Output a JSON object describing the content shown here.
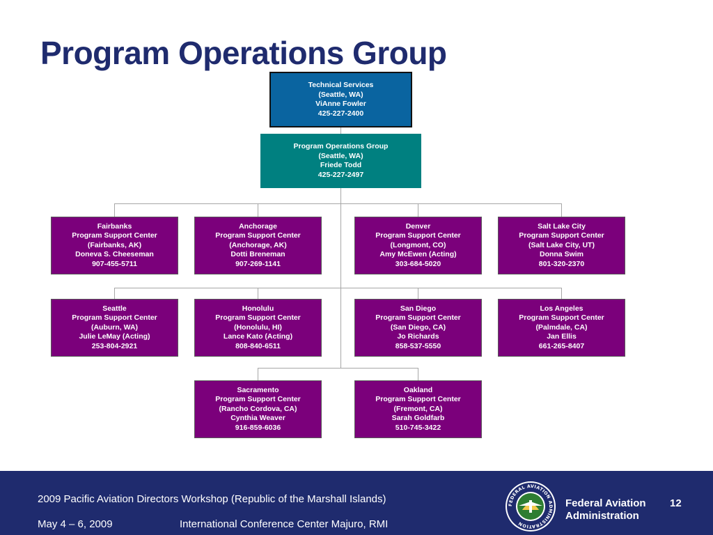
{
  "slide": {
    "title": "Program Operations Group"
  },
  "colors": {
    "title": "#1f2b6e",
    "technical_services_box": "#0a64a0",
    "program_operations_box": "#008080",
    "support_center_box": "#7b007b",
    "footer": "#1f2b6e",
    "connector": "#a6a6a6"
  },
  "org_chart": {
    "technical_services": {
      "lines": [
        "Technical Services",
        "(Seattle, WA)",
        "ViAnne Fowler",
        "425-227-2400"
      ]
    },
    "program_operations_group": {
      "lines": [
        "Program Operations Group",
        "(Seattle, WA)",
        "Friede Todd",
        "425-227-2497"
      ]
    },
    "support_centers": [
      {
        "lines": [
          "Fairbanks",
          "Program Support Center",
          "(Fairbanks, AK)",
          "Doneva S. Cheeseman",
          "907-455-5711"
        ]
      },
      {
        "lines": [
          "Anchorage",
          "Program Support Center",
          "(Anchorage, AK)",
          "Dotti Breneman",
          "907-269-1141"
        ]
      },
      {
        "lines": [
          "Denver",
          "Program Support Center",
          "(Longmont, CO)",
          "Amy McEwen (Acting)",
          "303-684-5020"
        ]
      },
      {
        "lines": [
          "Salt Lake City",
          "Program Support Center",
          "(Salt Lake City, UT)",
          "Donna Swim",
          "801-320-2370"
        ]
      },
      {
        "lines": [
          "Seattle",
          "Program Support Center",
          "(Auburn, WA)",
          "Julie LeMay (Acting)",
          "253-804-2921"
        ]
      },
      {
        "lines": [
          "Honolulu",
          "Program Support Center",
          "(Honolulu, HI)",
          "Lance Kato (Acting)",
          "808-840-6511"
        ]
      },
      {
        "lines": [
          "San Diego",
          "Program Support Center",
          "(San Diego, CA)",
          "Jo Richards",
          "858-537-5550"
        ]
      },
      {
        "lines": [
          "Los Angeles",
          "Program Support Center",
          "(Palmdale, CA)",
          "Jan Ellis",
          "661-265-8407"
        ]
      },
      {
        "lines": [
          "Sacramento",
          "Program Support Center",
          "(Rancho Cordova, CA)",
          "Cynthia Weaver",
          "916-859-6036"
        ]
      },
      {
        "lines": [
          "Oakland",
          "Program Support Center",
          "(Fremont, CA)",
          "Sarah Goldfarb",
          "510-745-3422"
        ]
      }
    ]
  },
  "footer": {
    "workshop": "2009 Pacific Aviation Directors Workshop (Republic of the Marshall Islands)",
    "dates": "May 4 – 6, 2009",
    "venue": "International Conference Center Majuro, RMI",
    "agency_line1": "Federal Aviation",
    "agency_line2": "Administration",
    "page_number": "12",
    "seal_icon": "faa-seal-icon",
    "seal_text": "FEDERAL AVIATION ADMINISTRATION"
  }
}
